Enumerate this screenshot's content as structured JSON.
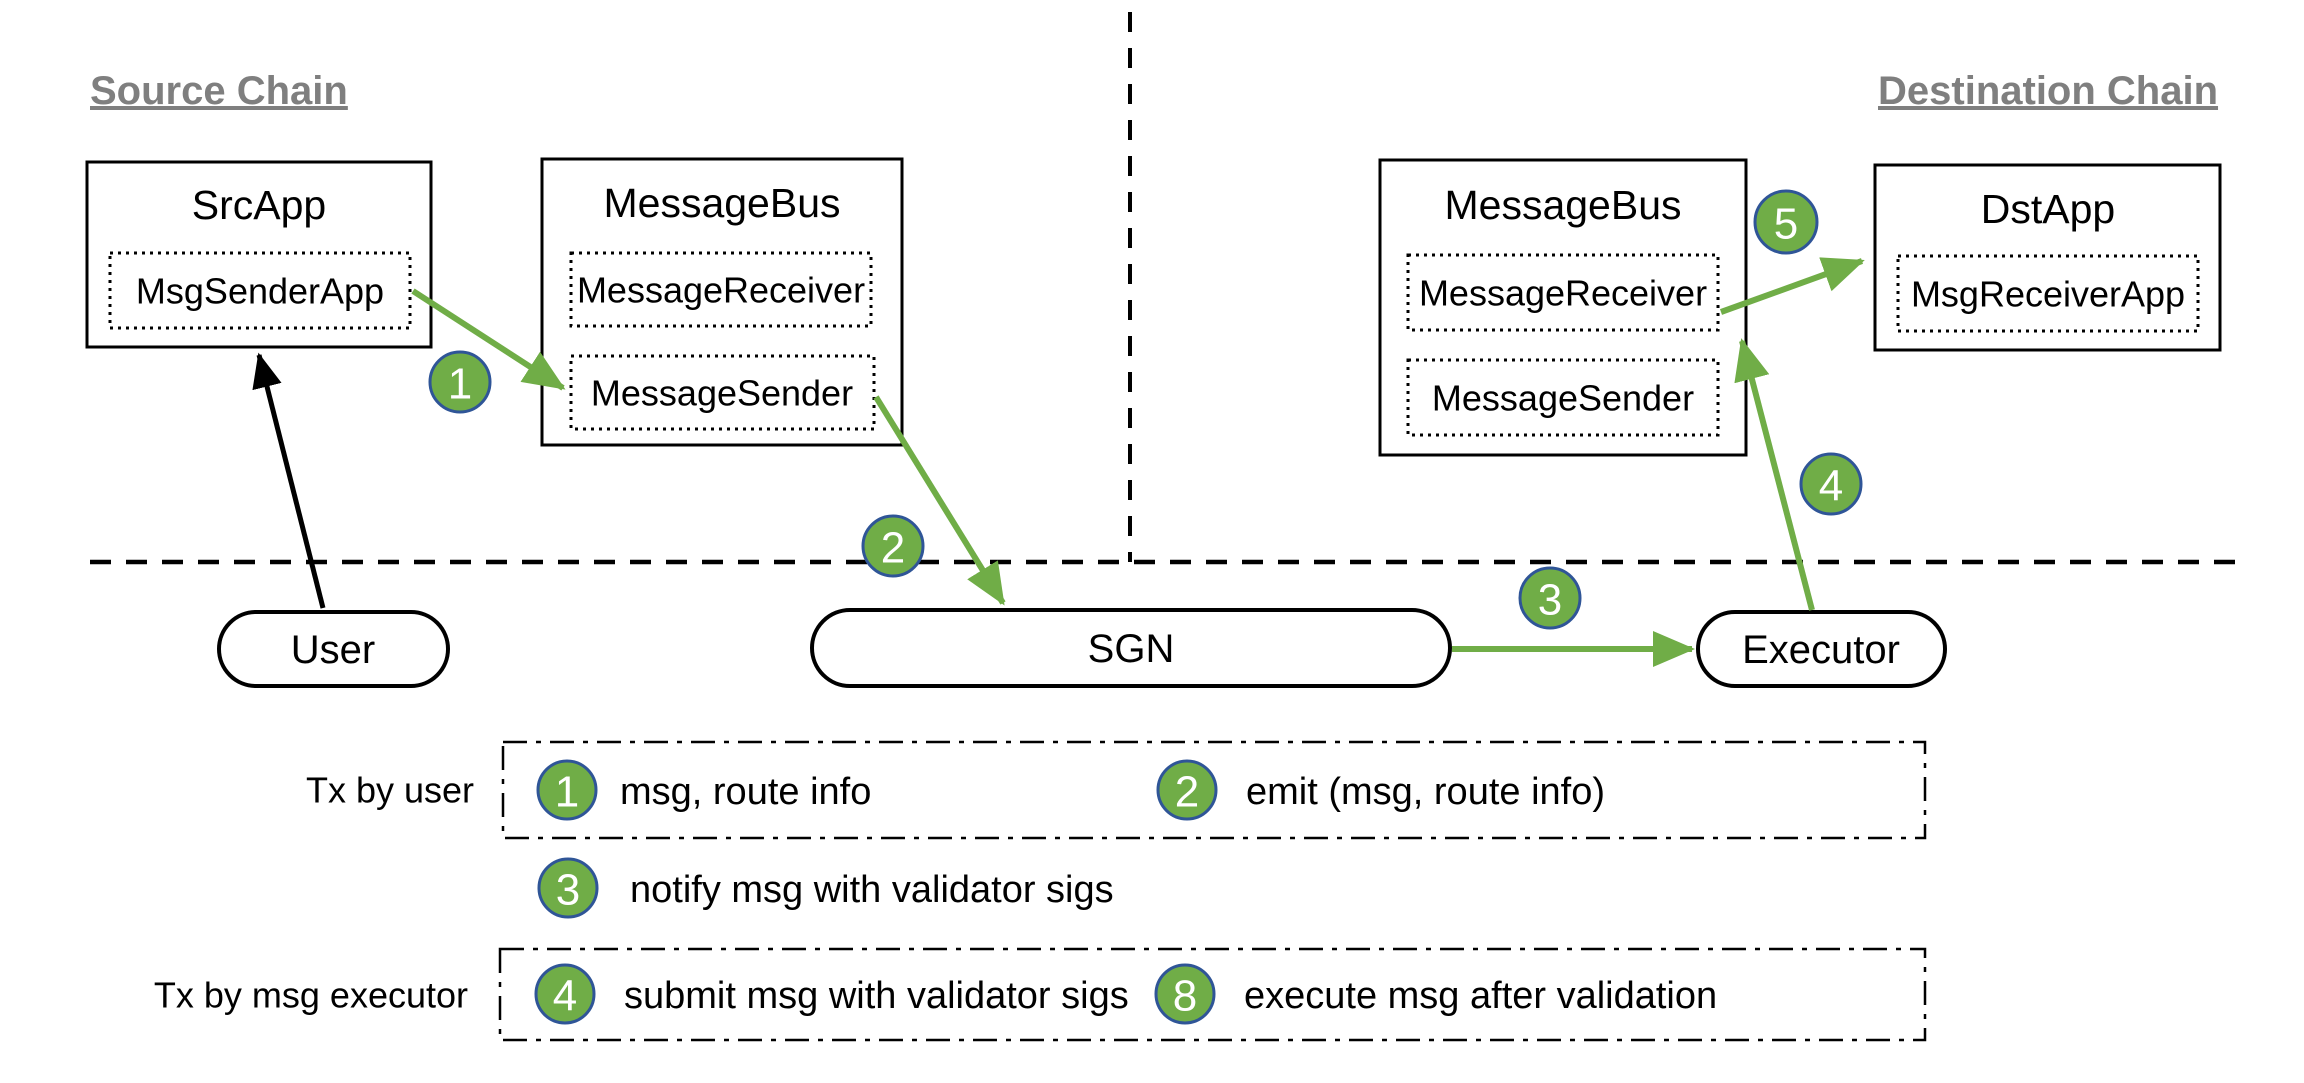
{
  "diagram": {
    "source_chain": {
      "heading": "Source Chain",
      "src_app": {
        "title": "SrcApp",
        "inner": "MsgSenderApp"
      },
      "message_bus": {
        "title": "MessageBus",
        "receiver": "MessageReceiver",
        "sender": "MessageSender"
      }
    },
    "destination_chain": {
      "heading": "Destination Chain",
      "message_bus": {
        "title": "MessageBus",
        "receiver": "MessageReceiver",
        "sender": "MessageSender"
      },
      "dst_app": {
        "title": "DstApp",
        "inner": "MsgReceiverApp"
      }
    },
    "offchain": {
      "user": "User",
      "sgn": "SGN",
      "executor": "Executor"
    },
    "badges": {
      "step1": "1",
      "step2": "2",
      "step3": "3",
      "step4": "4",
      "step5": "5"
    }
  },
  "legend": {
    "tx_by_user_label": "Tx by user",
    "tx_by_executor_label": "Tx by msg executor",
    "items": [
      {
        "num": "1",
        "text": "msg, route info"
      },
      {
        "num": "2",
        "text": "emit (msg, route info)"
      },
      {
        "num": "3",
        "text": "notify msg with validator sigs"
      },
      {
        "num": "4",
        "text": "submit msg with validator sigs"
      },
      {
        "num": "8",
        "text": "execute msg after validation"
      }
    ]
  },
  "colors": {
    "arrow_green": "#70ad47",
    "badge_fill": "#70ad47",
    "badge_border": "#2f5597",
    "heading_gray": "#7f7f7f",
    "line_black": "#000000",
    "background": "#ffffff"
  }
}
